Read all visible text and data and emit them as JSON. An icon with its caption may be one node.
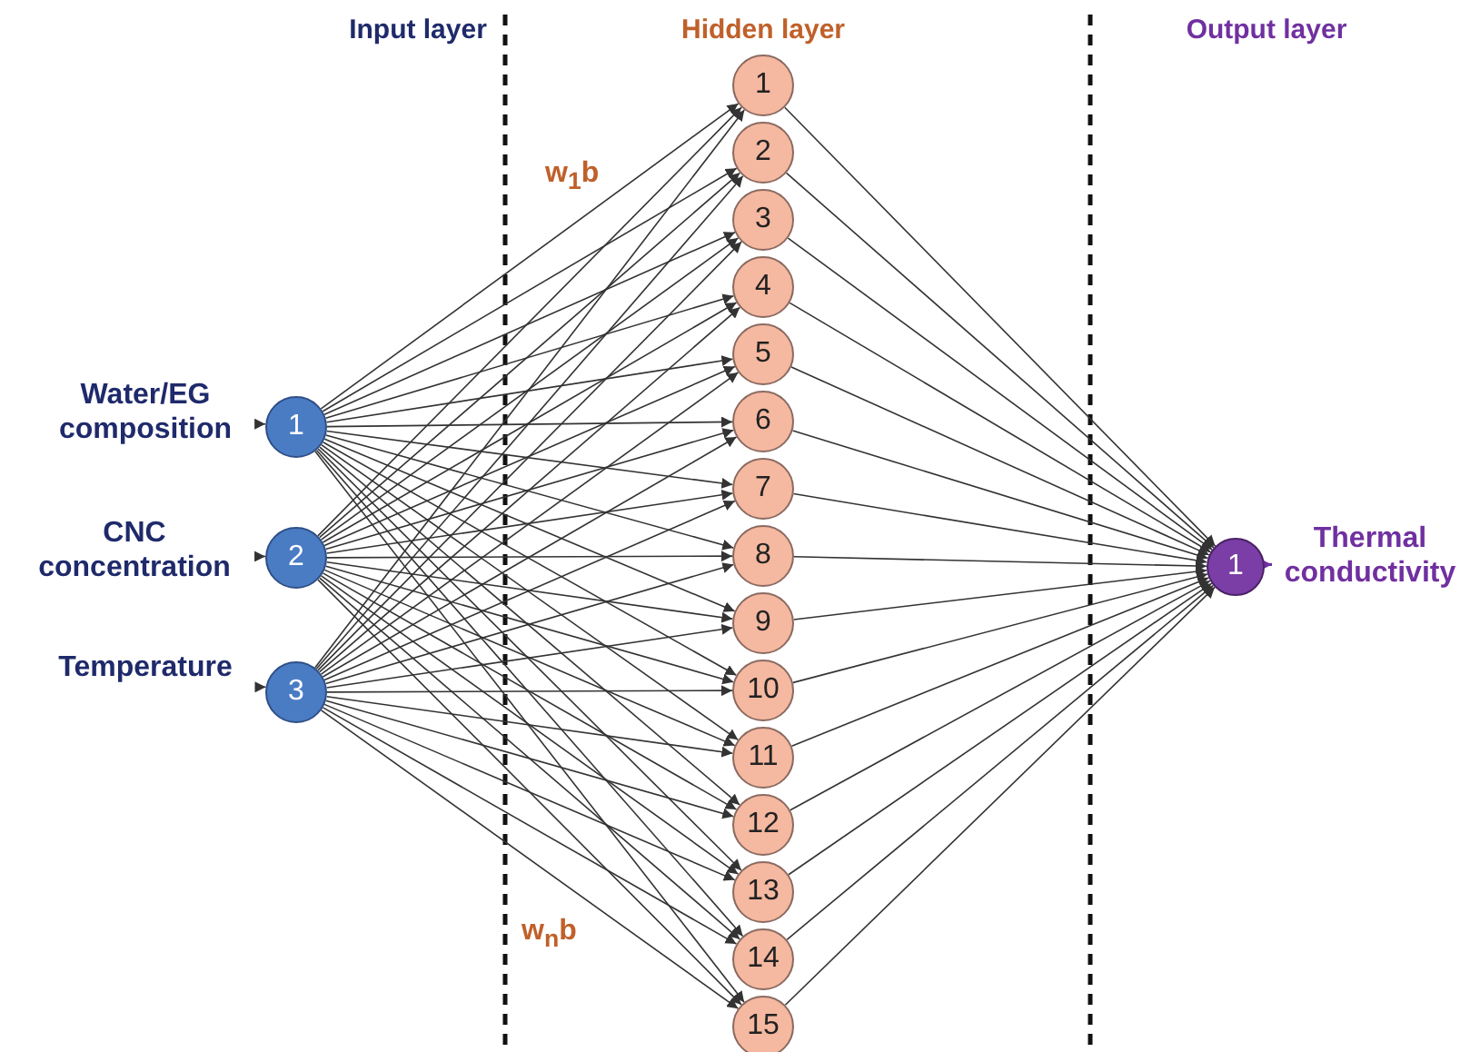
{
  "diagram": {
    "nodes": [
      {
        "text": [
          "Water/EG composition"
        ]
      },
      {
        "text": [
          "CNC concentration"
        ]
      },
      {
        "text": [
          "Temperature"
        ]
      },
      {
        "text": [
          "1"
        ]
      },
      {
        "text": [
          "2"
        ]
      },
      {
        "text": [
          "3"
        ]
      },
      {
        "text": [
          "1"
        ]
      },
      {
        "text": [
          "2"
        ]
      },
      {
        "text": [
          "3"
        ]
      },
      {
        "text": [
          "4"
        ]
      },
      {
        "text": [
          "5"
        ]
      },
      {
        "text": [
          "6"
        ]
      },
      {
        "text": [
          "7"
        ]
      },
      {
        "text": [
          "8"
        ]
      },
      {
        "text": [
          "9"
        ]
      },
      {
        "text": [
          "10"
        ]
      },
      {
        "text": [
          "11"
        ]
      },
      {
        "text": [
          "12"
        ]
      },
      {
        "text": [
          "13"
        ]
      },
      {
        "text": [
          "14"
        ]
      },
      {
        "text": [
          "15"
        ]
      },
      {
        "text": [
          "1"
        ]
      },
      {
        "text": [
          "Thermal conductivity"
        ]
      }
    ],
    "edges": [
      {
        "from": 3,
        "to": 6,
        "arrow": "to"
      },
      {
        "from": 3,
        "to": 7,
        "arrow": "to"
      },
      {
        "from": 3,
        "to": 8,
        "arrow": "to"
      },
      {
        "from": 3,
        "to": 9,
        "arrow": "to"
      },
      {
        "from": 3,
        "to": 10,
        "arrow": "to"
      },
      {
        "from": 3,
        "to": 11,
        "arrow": "to"
      },
      {
        "from": 3,
        "to": 12,
        "arrow": "to"
      },
      {
        "from": 3,
        "to": 13,
        "arrow": "to"
      },
      {
        "from": 3,
        "to": 14,
        "arrow": "to"
      },
      {
        "from": 3,
        "to": 15,
        "arrow": "to"
      },
      {
        "from": 3,
        "to": 16,
        "arrow": "to"
      },
      {
        "from": 3,
        "to": 17,
        "arrow": "to"
      },
      {
        "from": 3,
        "to": 18,
        "arrow": "to"
      },
      {
        "from": 3,
        "to": 19,
        "arrow": "to"
      },
      {
        "from": 3,
        "to": 20,
        "arrow": "to"
      },
      {
        "from": 4,
        "to": 6,
        "arrow": "to"
      },
      {
        "from": 4,
        "to": 7,
        "arrow": "to"
      },
      {
        "from": 4,
        "to": 8,
        "arrow": "to"
      },
      {
        "from": 4,
        "to": 9,
        "arrow": "to"
      },
      {
        "from": 4,
        "to": 10,
        "arrow": "to"
      },
      {
        "from": 4,
        "to": 11,
        "arrow": "to"
      },
      {
        "from": 4,
        "to": 12,
        "arrow": "to"
      },
      {
        "from": 4,
        "to": 13,
        "arrow": "to"
      },
      {
        "from": 4,
        "to": 14,
        "arrow": "to"
      },
      {
        "from": 4,
        "to": 15,
        "arrow": "to"
      },
      {
        "from": 4,
        "to": 16,
        "arrow": "to"
      },
      {
        "from": 4,
        "to": 17,
        "arrow": "to"
      },
      {
        "from": 4,
        "to": 18,
        "arrow": "to"
      },
      {
        "from": 4,
        "to": 19,
        "arrow": "to"
      },
      {
        "from": 4,
        "to": 20,
        "arrow": "to"
      },
      {
        "from": 5,
        "to": 6,
        "arrow": "to"
      },
      {
        "from": 5,
        "to": 7,
        "arrow": "to"
      },
      {
        "from": 5,
        "to": 8,
        "arrow": "to"
      },
      {
        "from": 5,
        "to": 9,
        "arrow": "to"
      },
      {
        "from": 5,
        "to": 10,
        "arrow": "to"
      },
      {
        "from": 5,
        "to": 11,
        "arrow": "to"
      },
      {
        "from": 5,
        "to": 12,
        "arrow": "to"
      },
      {
        "from": 5,
        "to": 13,
        "arrow": "to"
      },
      {
        "from": 5,
        "to": 14,
        "arrow": "to"
      },
      {
        "from": 5,
        "to": 15,
        "arrow": "to"
      },
      {
        "from": 5,
        "to": 16,
        "arrow": "to"
      },
      {
        "from": 5,
        "to": 17,
        "arrow": "to"
      },
      {
        "from": 5,
        "to": 18,
        "arrow": "to"
      },
      {
        "from": 5,
        "to": 19,
        "arrow": "to"
      },
      {
        "from": 5,
        "to": 20,
        "arrow": "to"
      },
      {
        "from": 6,
        "to": 21,
        "arrow": "to"
      },
      {
        "from": 7,
        "to": 21,
        "arrow": "to"
      },
      {
        "from": 8,
        "to": 21,
        "arrow": "to"
      },
      {
        "from": 9,
        "to": 21,
        "arrow": "to"
      },
      {
        "from": 10,
        "to": 21,
        "arrow": "to"
      },
      {
        "from": 11,
        "to": 21,
        "arrow": "to"
      },
      {
        "from": 12,
        "to": 21,
        "arrow": "to"
      },
      {
        "from": 13,
        "to": 21,
        "arrow": "to"
      },
      {
        "from": 14,
        "to": 21,
        "arrow": "to"
      },
      {
        "from": 15,
        "to": 21,
        "arrow": "to"
      },
      {
        "from": 16,
        "to": 21,
        "arrow": "to"
      },
      {
        "from": 17,
        "to": 21,
        "arrow": "to"
      },
      {
        "from": 18,
        "to": 21,
        "arrow": "to"
      },
      {
        "from": 19,
        "to": 21,
        "arrow": "to"
      },
      {
        "from": 20,
        "to": 21,
        "arrow": "to"
      },
      {
        "from": 0,
        "to": 3,
        "arrow": "to"
      },
      {
        "from": 1,
        "to": 4,
        "arrow": "to"
      },
      {
        "from": 2,
        "to": 5,
        "arrow": "to"
      },
      {
        "from": 21,
        "to": 22,
        "arrow": "to",
        "color": "#7030a0"
      }
    ],
    "labels": [
      "Input layer",
      "Hidden layer",
      "Output layer",
      "w$_{1}$b",
      "w$_{n}$b"
    ]
  }
}
